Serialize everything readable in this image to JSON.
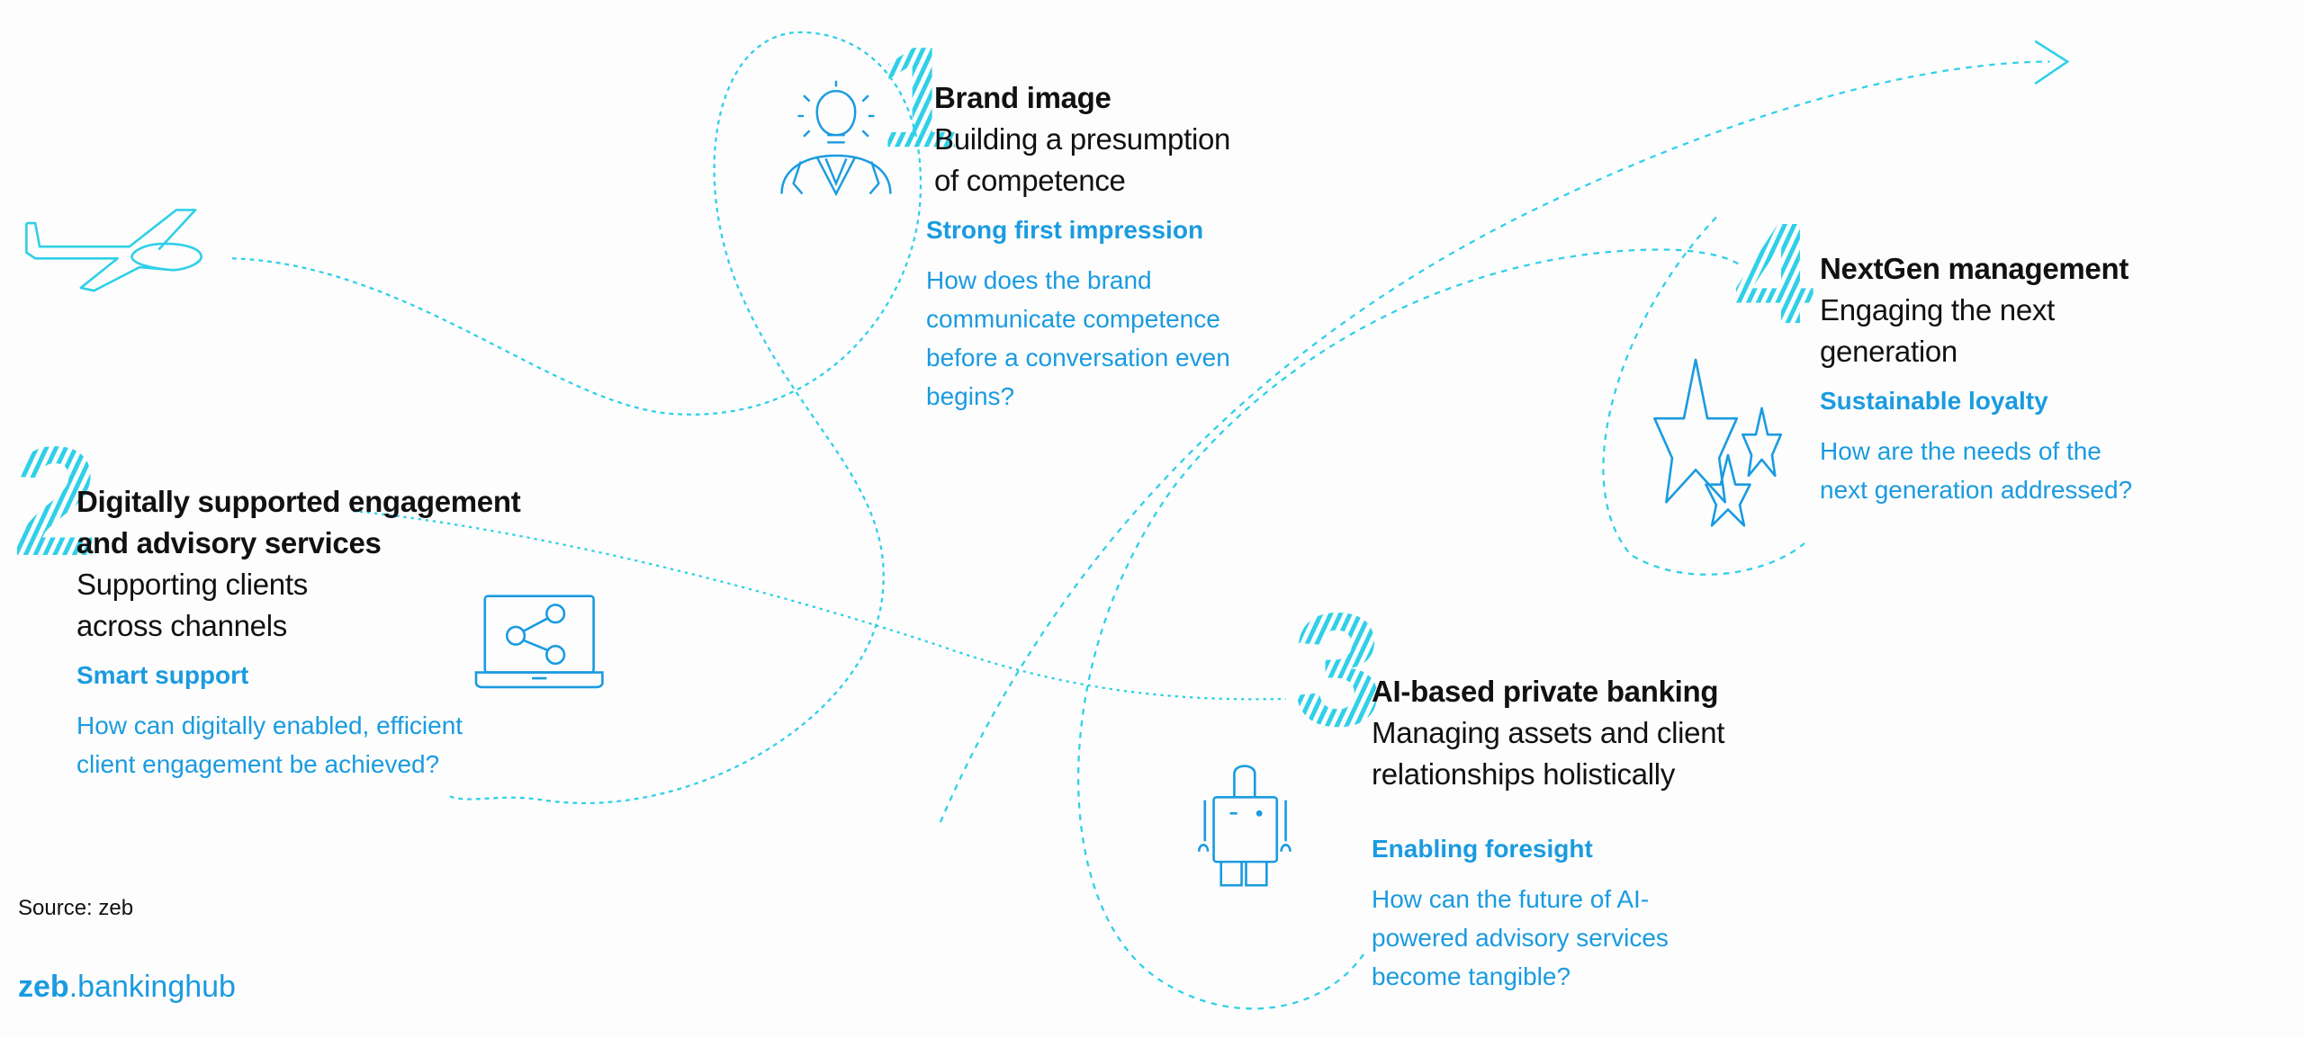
{
  "colors": {
    "accent": "#1a9be0",
    "path": "#2fd0e8",
    "title": "#111111"
  },
  "steps": [
    {
      "number": "1",
      "title": [
        "Brand image"
      ],
      "subtitle": [
        "Building a presumption",
        "of competence"
      ],
      "highlight": "Strong first impression",
      "question": [
        "How does the brand",
        "communicate competence",
        "before a conversation even",
        "begins?"
      ],
      "icon": "lightbulb-person-icon"
    },
    {
      "number": "2",
      "title": [
        "Digitally supported engagement",
        "and advisory services"
      ],
      "subtitle": [
        "Supporting clients",
        "across channels"
      ],
      "highlight": "Smart support",
      "question": [
        "How can digitally enabled, efficient",
        "client engagement be achieved?"
      ],
      "icon": "laptop-share-icon"
    },
    {
      "number": "3",
      "title": [
        "AI-based private banking"
      ],
      "subtitle": [
        "Managing assets and client",
        "relationships holistically"
      ],
      "highlight": "Enabling foresight",
      "question": [
        "How can the future of AI-",
        "powered advisory services",
        "become tangible?"
      ],
      "icon": "robot-icon"
    },
    {
      "number": "4",
      "title": [
        "NextGen management"
      ],
      "subtitle": [
        "Engaging the next",
        "generation"
      ],
      "highlight": "Sustainable loyalty",
      "question": [
        "How are the needs of the",
        "next generation addressed?"
      ],
      "icon": "stars-icon"
    }
  ],
  "source": "Source: zeb",
  "logo": {
    "brand": "zeb",
    "suffix": ".bankinghub"
  }
}
